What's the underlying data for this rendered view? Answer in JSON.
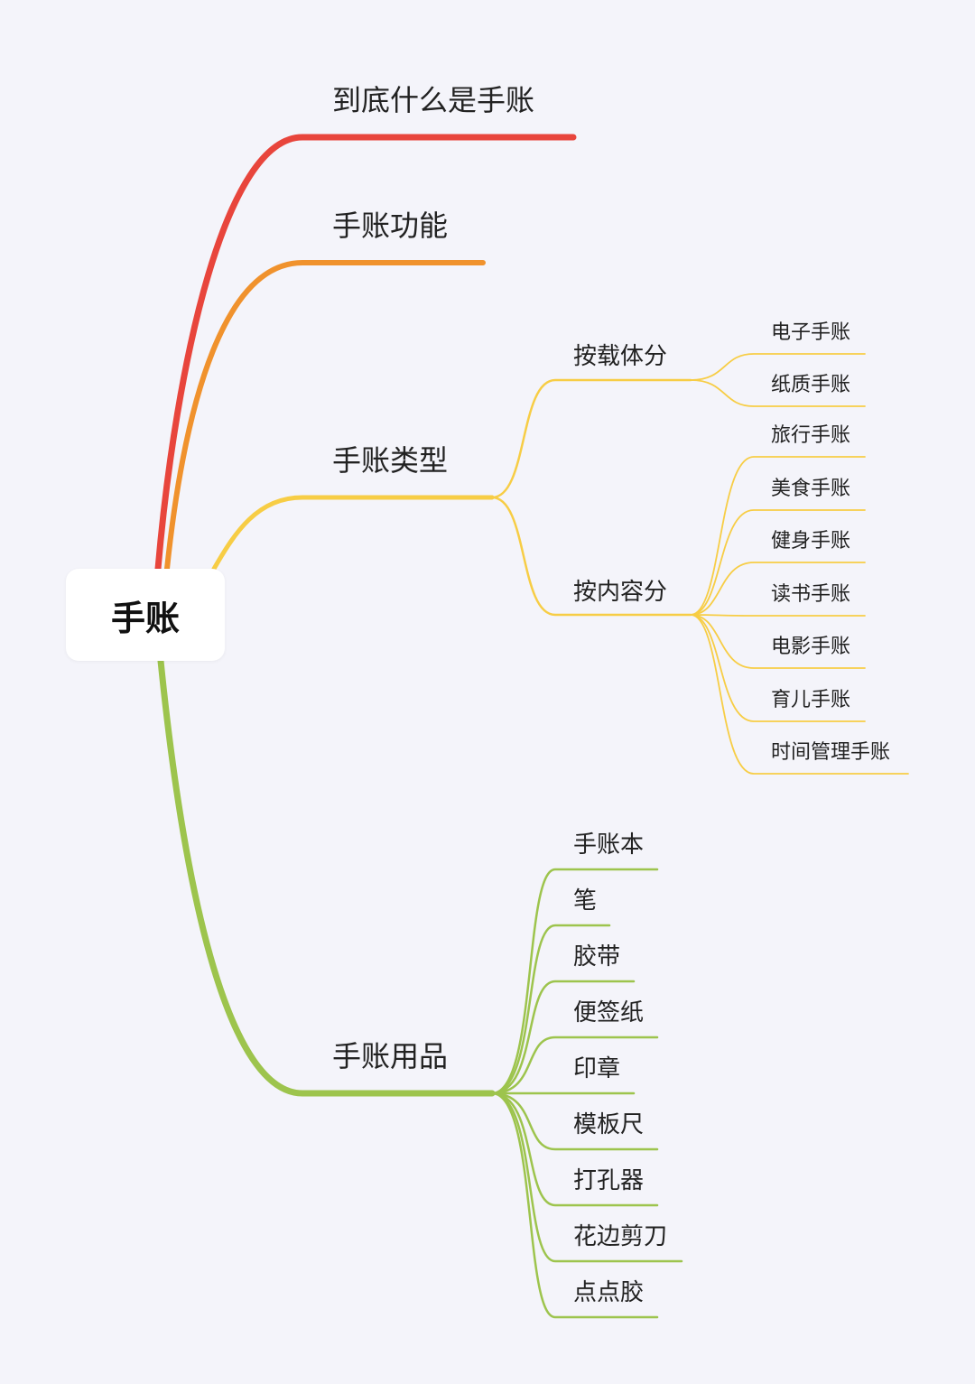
{
  "root": {
    "label": "手账"
  },
  "colors": {
    "red": "#e8453c",
    "orange": "#f0922d",
    "yellow": "#f7cd45",
    "green": "#9dc44d",
    "background": "#f4f4fa"
  },
  "branches": {
    "what_is": {
      "label": "到底什么是手账"
    },
    "functions": {
      "label": "手账功能"
    },
    "types": {
      "label": "手账类型",
      "by_medium": {
        "label": "按载体分",
        "items": [
          "电子手账",
          "纸质手账"
        ]
      },
      "by_content": {
        "label": "按内容分",
        "items": [
          "旅行手账",
          "美食手账",
          "健身手账",
          "读书手账",
          "电影手账",
          "育儿手账",
          "时间管理手账"
        ]
      }
    },
    "supplies": {
      "label": "手账用品",
      "items": [
        "手账本",
        "笔",
        "胶带",
        "便签纸",
        "印章",
        "模板尺",
        "打孔器",
        "花边剪刀",
        "点点胶"
      ]
    }
  }
}
